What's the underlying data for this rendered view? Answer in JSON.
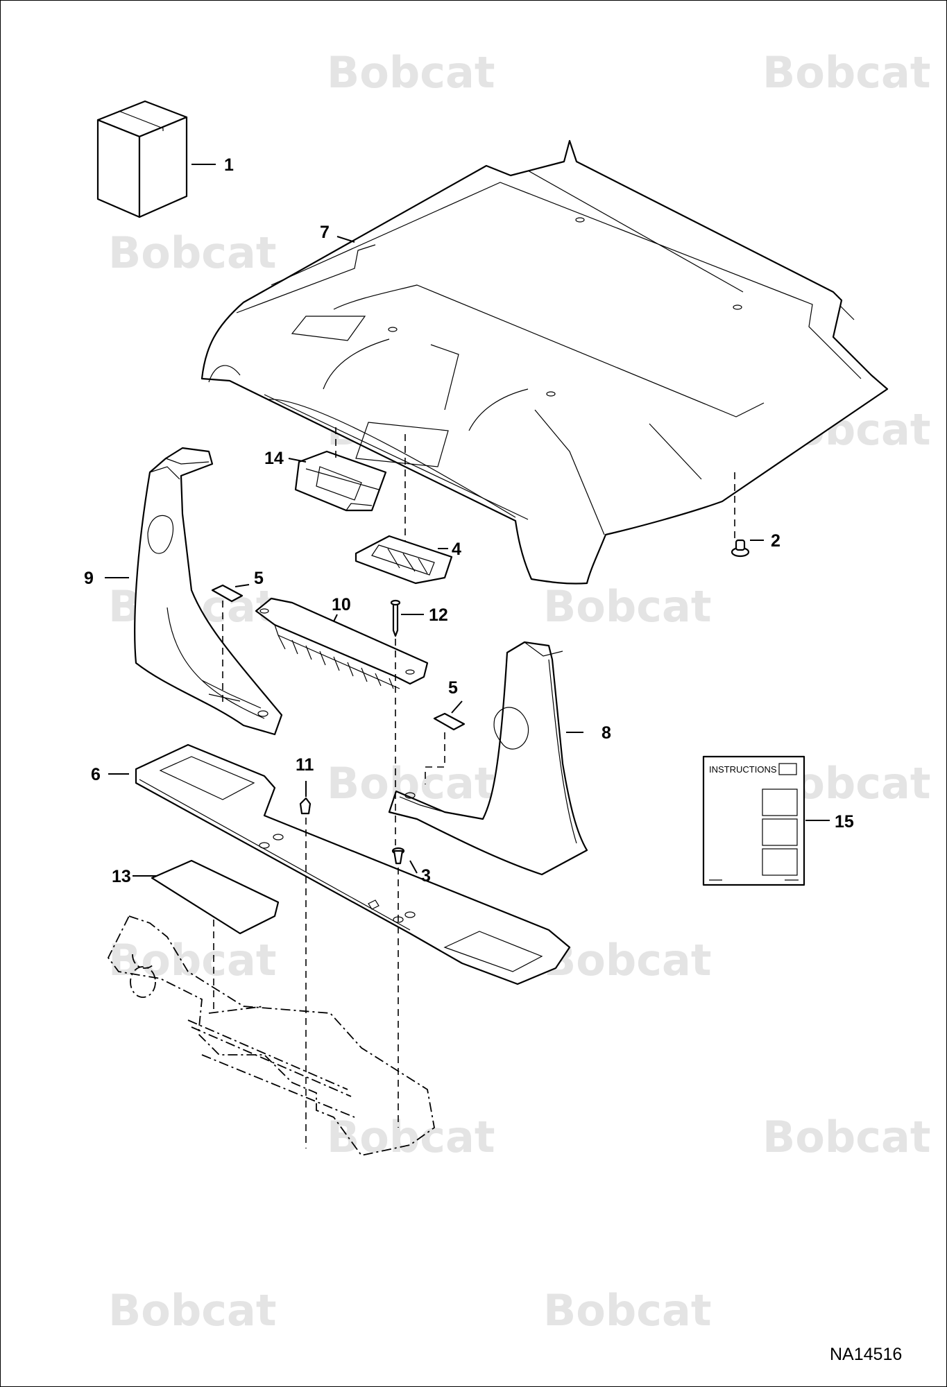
{
  "diagram": {
    "watermark_text": "Bobcat",
    "drawing_id": "NA14516",
    "instructions_label": "INSTRUCTIONS",
    "callouts": [
      {
        "id": "c1",
        "label": "1"
      },
      {
        "id": "c2",
        "label": "2"
      },
      {
        "id": "c3",
        "label": "3"
      },
      {
        "id": "c4",
        "label": "4"
      },
      {
        "id": "c5a",
        "label": "5"
      },
      {
        "id": "c5b",
        "label": "5"
      },
      {
        "id": "c6",
        "label": "6"
      },
      {
        "id": "c7",
        "label": "7"
      },
      {
        "id": "c8",
        "label": "8"
      },
      {
        "id": "c9",
        "label": "9"
      },
      {
        "id": "c10",
        "label": "10"
      },
      {
        "id": "c11",
        "label": "11"
      },
      {
        "id": "c12",
        "label": "12"
      },
      {
        "id": "c13",
        "label": "13"
      },
      {
        "id": "c14",
        "label": "14"
      },
      {
        "id": "c15",
        "label": "15"
      }
    ]
  }
}
